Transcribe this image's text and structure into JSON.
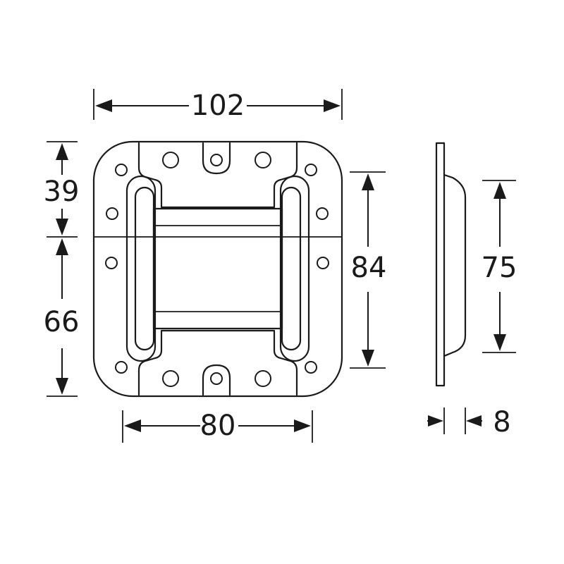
{
  "dimensions": {
    "overall_width": "102",
    "upper_height": "39",
    "lower_height": "66",
    "handle_height": "84",
    "inner_width": "80",
    "side_height": "75",
    "depth": "8"
  },
  "colors": {
    "line": "#1a1a1a",
    "background": "#ffffff"
  }
}
